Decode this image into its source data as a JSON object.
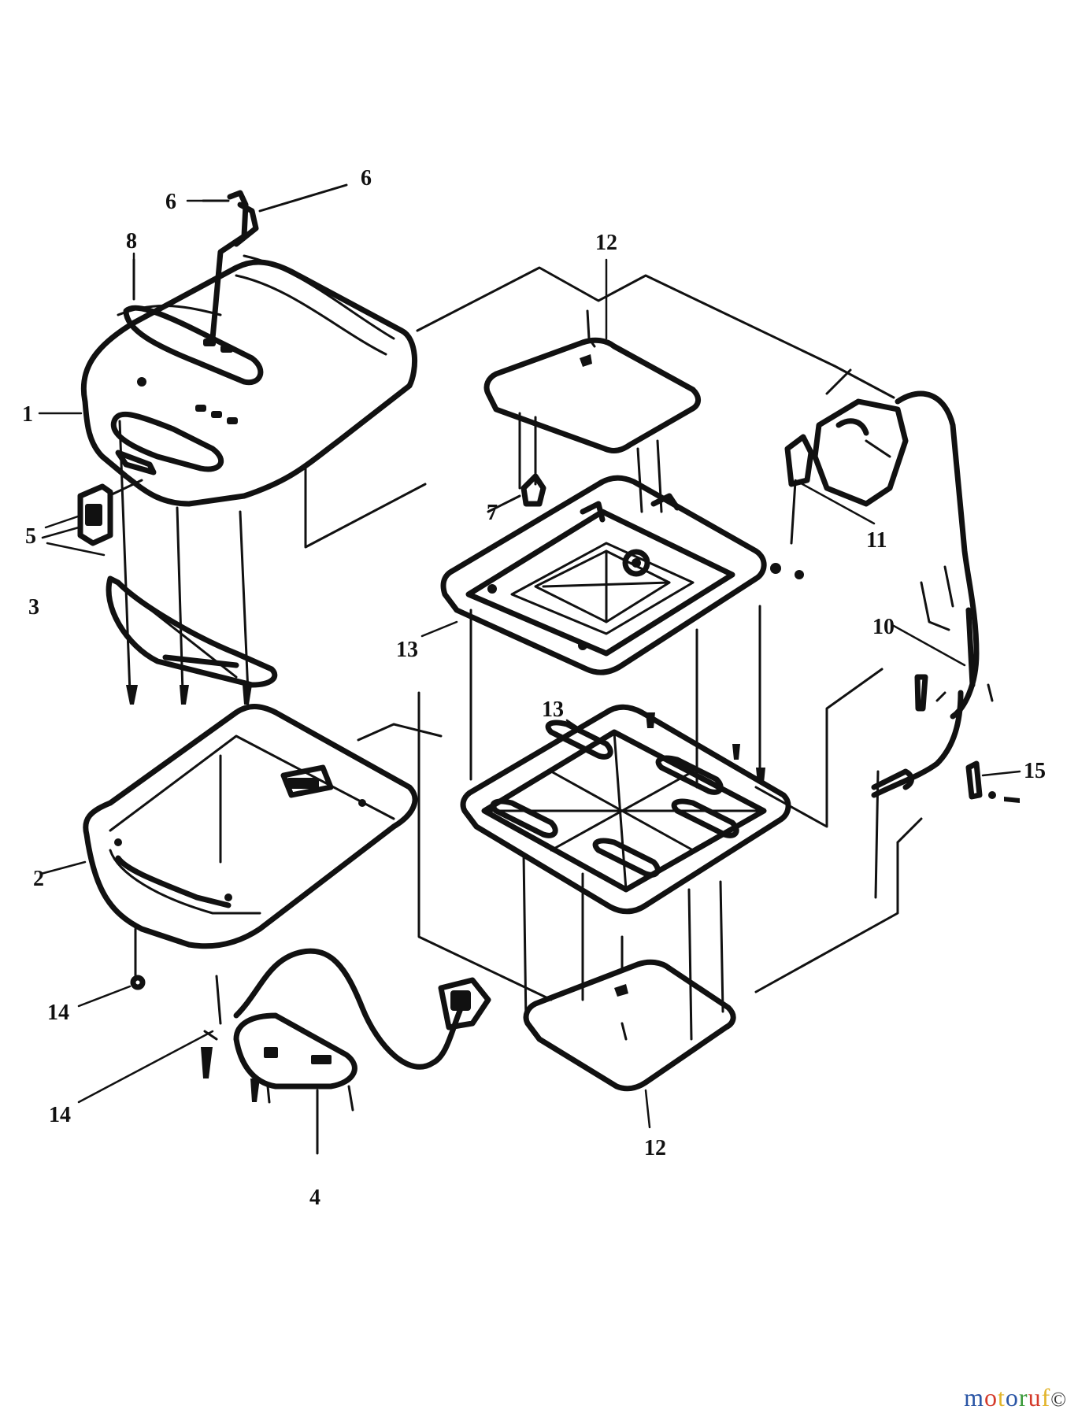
{
  "labels": {
    "l1": "1",
    "l2": "2",
    "l3": "3",
    "l4": "4",
    "l5": "5",
    "l6a": "6",
    "l6b": "6",
    "l7": "7",
    "l8": "8",
    "l10": "10",
    "l11": "11",
    "l12a": "12",
    "l12b": "12",
    "l13a": "13",
    "l13b": "13",
    "l14a": "14",
    "l14b": "14",
    "l15": "15"
  },
  "watermark": {
    "text": "motoruf",
    "letters": [
      "m",
      "o",
      "t",
      "o",
      "r",
      "u",
      "f"
    ],
    "colors": [
      "#2a55a5",
      "#d43a2a",
      "#e2b42a",
      "#2a55a5",
      "#3a9a3a",
      "#d43a2a",
      "#e2b42a"
    ]
  },
  "line_color": "#111111"
}
